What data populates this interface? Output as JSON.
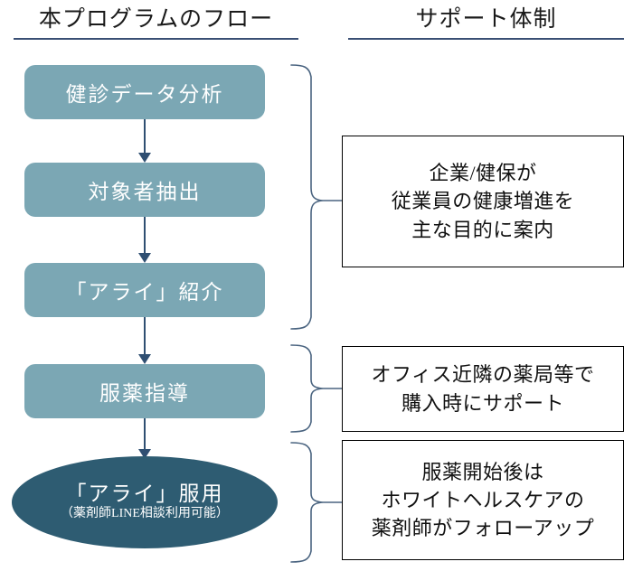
{
  "colors": {
    "flow_box_fill": "#7ba7b4",
    "ellipse_fill": "#2e5c72",
    "arrow": "#2f4f72",
    "header_rule": "#3a4f74",
    "support_border": "#000000",
    "text_on_fill": "#ffffff"
  },
  "headers": {
    "left": "本プログラムのフロー",
    "right": "サポート体制"
  },
  "flow": {
    "steps": [
      {
        "label": "健診データ分析"
      },
      {
        "label": "対象者抽出"
      },
      {
        "label": "「アライ」紹介"
      },
      {
        "label": "服薬指導"
      }
    ],
    "terminal": {
      "label": "「アライ」服用",
      "sublabel": "（薬剤師LINE相談利用可能）"
    }
  },
  "support": {
    "boxes": [
      {
        "lines": [
          "企業/健保が",
          "従業員の健康増進を",
          "主な目的に案内"
        ]
      },
      {
        "lines": [
          "オフィス近隣の薬局等で",
          "購入時にサポート"
        ]
      },
      {
        "lines": [
          "服薬開始後は",
          "ホワイトヘルスケアの",
          "薬剤師がフォローアップ"
        ]
      }
    ]
  }
}
